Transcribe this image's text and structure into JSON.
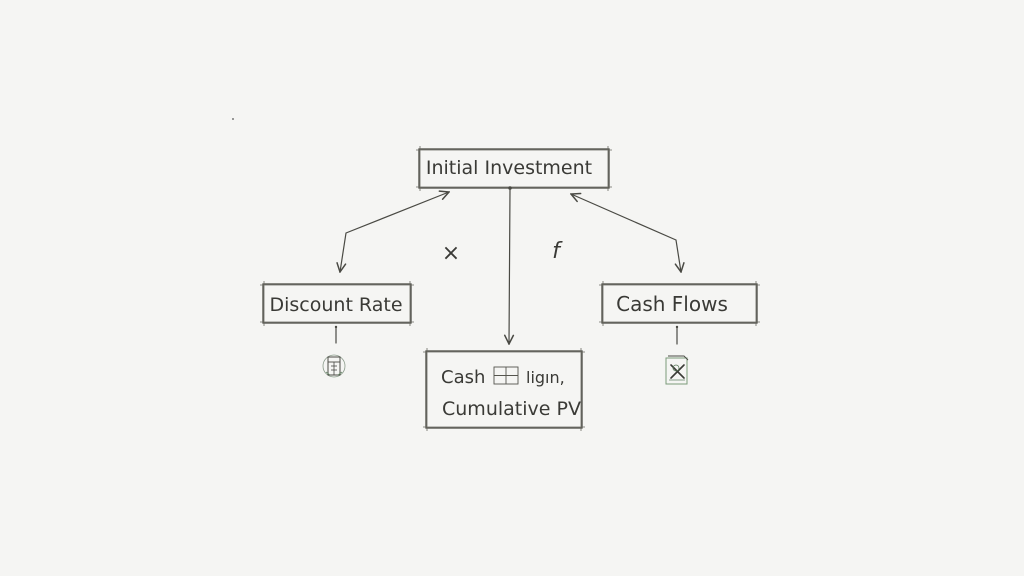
{
  "nodes": {
    "top": "Initial Investment",
    "left": "Discount Rate",
    "right": "Cash Flows",
    "bottom_line1": "Cash",
    "bottom_line2": "ligın,",
    "bottom_line3": "Cumulative PV"
  },
  "operators": {
    "multiply": "×",
    "function": "f"
  },
  "icons": {
    "left": "calculator-icon",
    "right": "crossed-document-icon",
    "bottom": "table-grid-icon"
  },
  "colors": {
    "ink": "#3a3a36",
    "background": "#f5f5f3"
  }
}
